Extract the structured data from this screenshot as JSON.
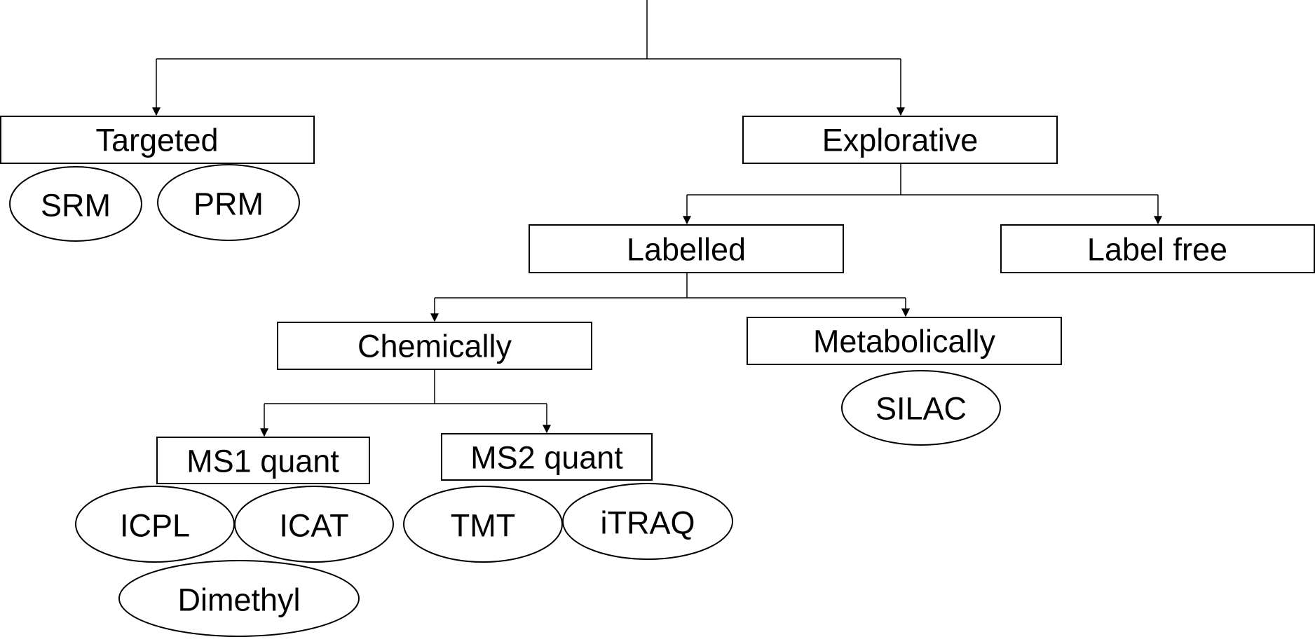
{
  "diagram": {
    "nodes": {
      "targeted": "Targeted",
      "explorative": "Explorative",
      "labelled": "Labelled",
      "label_free": "Label free",
      "chemically": "Chemically",
      "metabolically": "Metabolically",
      "ms1_quant": "MS1 quant",
      "ms2_quant": "MS2 quant"
    },
    "methods": {
      "srm": "SRM",
      "prm": "PRM",
      "silac": "SILAC",
      "icpl": "ICPL",
      "icat": "ICAT",
      "dimethyl": "Dimethyl",
      "tmt": "TMT",
      "itraq": "iTRAQ"
    },
    "colors": {
      "stroke": "#000000",
      "fill": "#ffffff",
      "text": "#000000"
    }
  }
}
